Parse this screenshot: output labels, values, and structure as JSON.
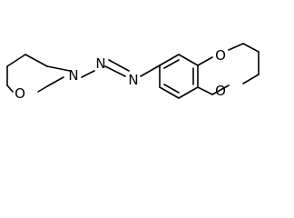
{
  "molecule": {
    "atoms": {
      "o_morpholine": "O",
      "n_morpholine": "N",
      "n_azo_1": "N",
      "n_azo_2": "N",
      "o_dioxane_top": "O",
      "o_dioxane_bottom": "O"
    }
  },
  "colors": {
    "bond": "#000000",
    "label": "#000000",
    "background": "#ffffff"
  }
}
